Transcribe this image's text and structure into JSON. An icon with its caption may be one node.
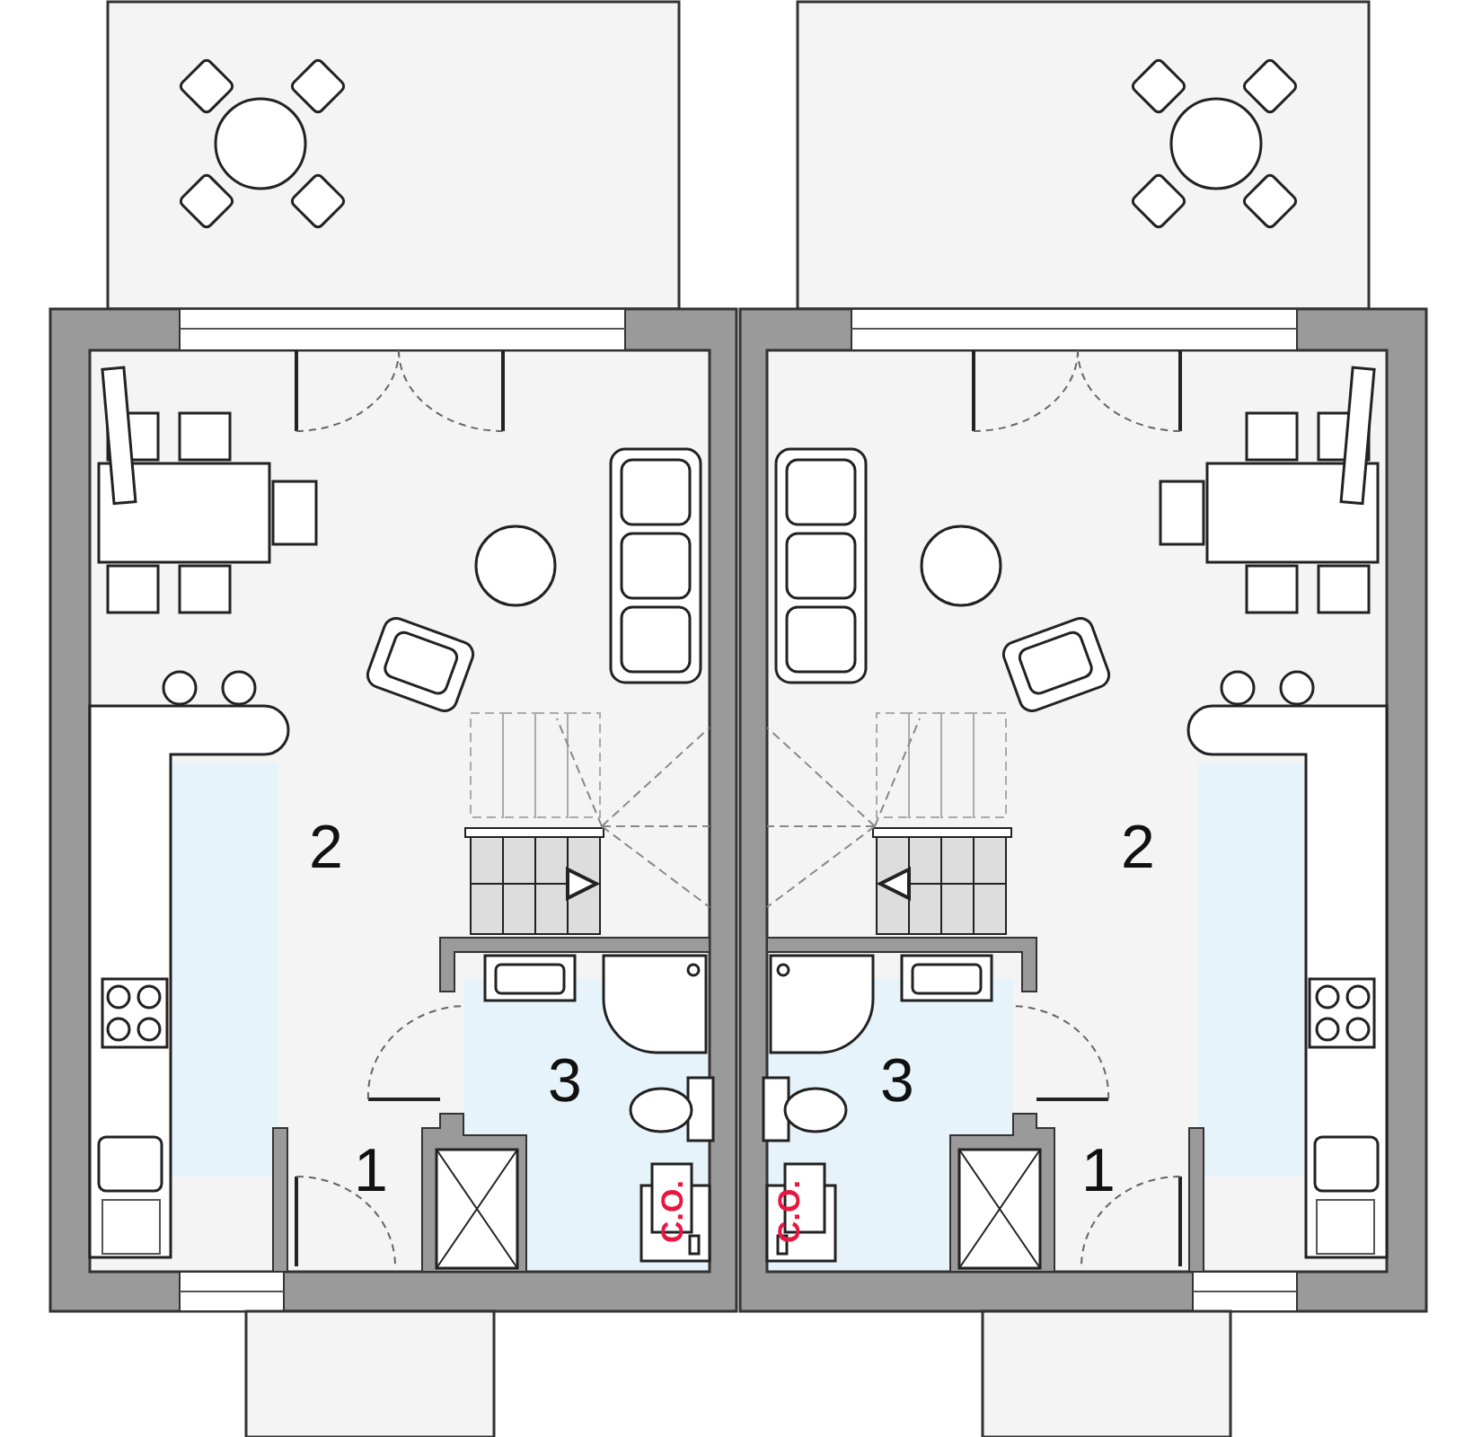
{
  "diagram": {
    "labels": [
      "2",
      "2",
      "3",
      "3",
      "1",
      "1",
      "C.O.",
      "C.O."
    ]
  }
}
